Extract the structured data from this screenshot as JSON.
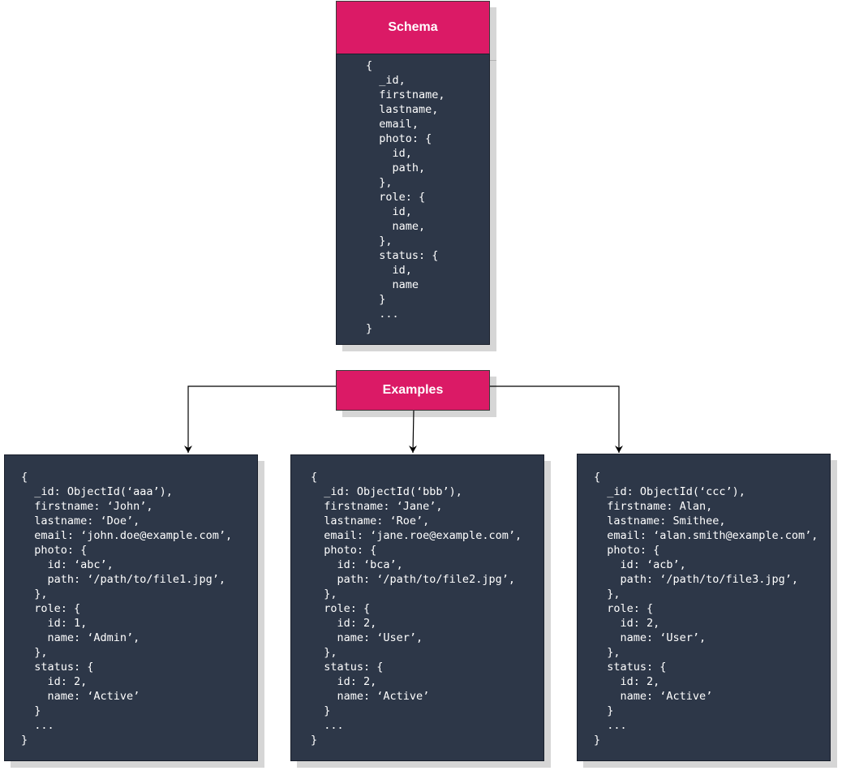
{
  "schema": {
    "title": "Schema",
    "code": "{\n  _id,\n  firstname,\n  lastname,\n  email,\n  photo: {\n    id,\n    path,\n  },\n  role: {\n    id,\n    name,\n  },\n  status: {\n    id,\n    name\n  }\n  ...\n}"
  },
  "examples": {
    "title": "Examples",
    "items": [
      {
        "code": "{\n  _id: ObjectId(‘aaa’),\n  firstname: ‘John’,\n  lastname: ‘Doe’,\n  email: ‘john.doe@example.com’,\n  photo: {\n    id: ‘abc’,\n    path: ‘/path/to/file1.jpg’,\n  },\n  role: {\n    id: 1,\n    name: ‘Admin’,\n  },\n  status: {\n    id: 2,\n    name: ‘Active’\n  }\n  ...\n}"
      },
      {
        "code": "{\n  _id: ObjectId(‘bbb’),\n  firstname: ‘Jane’,\n  lastname: ‘Roe’,\n  email: ‘jane.roe@example.com’,\n  photo: {\n    id: ‘bca’,\n    path: ‘/path/to/file2.jpg’,\n  },\n  role: {\n    id: 2,\n    name: ‘User’,\n  },\n  status: {\n    id: 2,\n    name: ‘Active’\n  }\n  ...\n}"
      },
      {
        "code": "{\n  _id: ObjectId(‘ccc’),\n  firstname: Alan,\n  lastname: Smithee,\n  email: ‘alan.smith@example.com’,\n  photo: {\n    id: ‘acb’,\n    path: ‘/path/to/file3.jpg’,\n  },\n  role: {\n    id: 2,\n    name: ‘User’,\n  },\n  status: {\n    id: 2,\n    name: ‘Active’\n  }\n  ...\n}"
      }
    ]
  },
  "colors": {
    "header_fill": "#db1a66",
    "card_fill": "#2d3748",
    "text": "#ffffff",
    "connector": "#000000"
  }
}
